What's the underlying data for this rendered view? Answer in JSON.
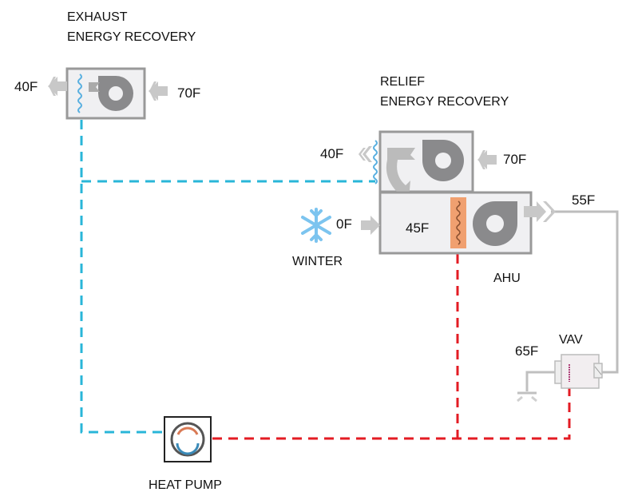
{
  "labels": {
    "exhaust_line1": "EXHAUST",
    "exhaust_line2": "ENERGY RECOVERY",
    "relief_line1": "RELIEF",
    "relief_line2": "ENERGY RECOVERY",
    "winter": "WINTER",
    "ahu": "AHU",
    "vav": "VAV",
    "heat_pump": "HEAT PUMP"
  },
  "temperatures": {
    "exhaust_out": "40F",
    "exhaust_in": "70F",
    "relief_out": "40F",
    "relief_in": "70F",
    "outdoor": "0F",
    "mixed": "45F",
    "supply": "55F",
    "room": "65F"
  },
  "colors": {
    "cold_loop": "#29b6d8",
    "hot_loop": "#e31b23",
    "unit_fill": "#f0f0f2",
    "unit_stroke": "#999999",
    "fan": "#8a8a8c",
    "arrow": "#c0c0c0",
    "heating_coil": "#f0a070",
    "recovery_coil": "#5ab0e0"
  }
}
